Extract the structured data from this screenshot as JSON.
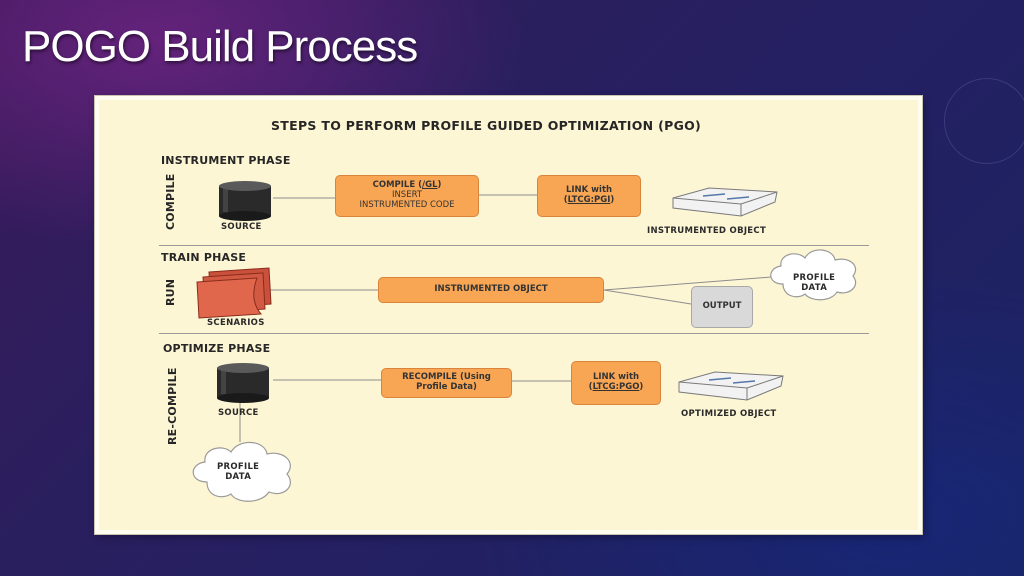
{
  "slide": {
    "title": "POGO Build Process"
  },
  "diagram": {
    "heading": "STEPS TO PERFORM PROFILE GUIDED OPTIMIZATION (PGO)",
    "instrument": {
      "phase": "INSTRUMENT PHASE",
      "side_label": "COMPILE",
      "source_label": "SOURCE",
      "compile_box": {
        "line1_pre": "COMPILE (",
        "line1_link": "/GL",
        "line1_post": ")",
        "line2": "INSERT",
        "line3": "INSTRUMENTED CODE"
      },
      "link_box": {
        "line1": "LINK with",
        "line2_pre": "(",
        "line2_link": "LTCG:PGI",
        "line2_post": ")"
      },
      "output_label": "INSTRUMENTED OBJECT"
    },
    "train": {
      "phase": "TRAIN PHASE",
      "side_label": "RUN",
      "scenarios_label": "SCENARIOS",
      "object_box": "INSTRUMENTED OBJECT",
      "profile_cloud": {
        "line1": "PROFILE",
        "line2": "DATA"
      },
      "output_box": "OUTPUT"
    },
    "optimize": {
      "phase": "OPTIMIZE PHASE",
      "side_label": "RE-COMPILE",
      "source_label": "SOURCE",
      "recompile_box": {
        "line1": "RECOMPILE (Using",
        "line2": "Profile Data)"
      },
      "link_box": {
        "line1": "LINK with",
        "line2_pre": "(",
        "line2_link": "LTCG:PGO",
        "line2_post": ")"
      },
      "output_label": "OPTIMIZED OBJECT",
      "profile_cloud": {
        "line1": "PROFILE",
        "line2": "DATA"
      }
    }
  }
}
